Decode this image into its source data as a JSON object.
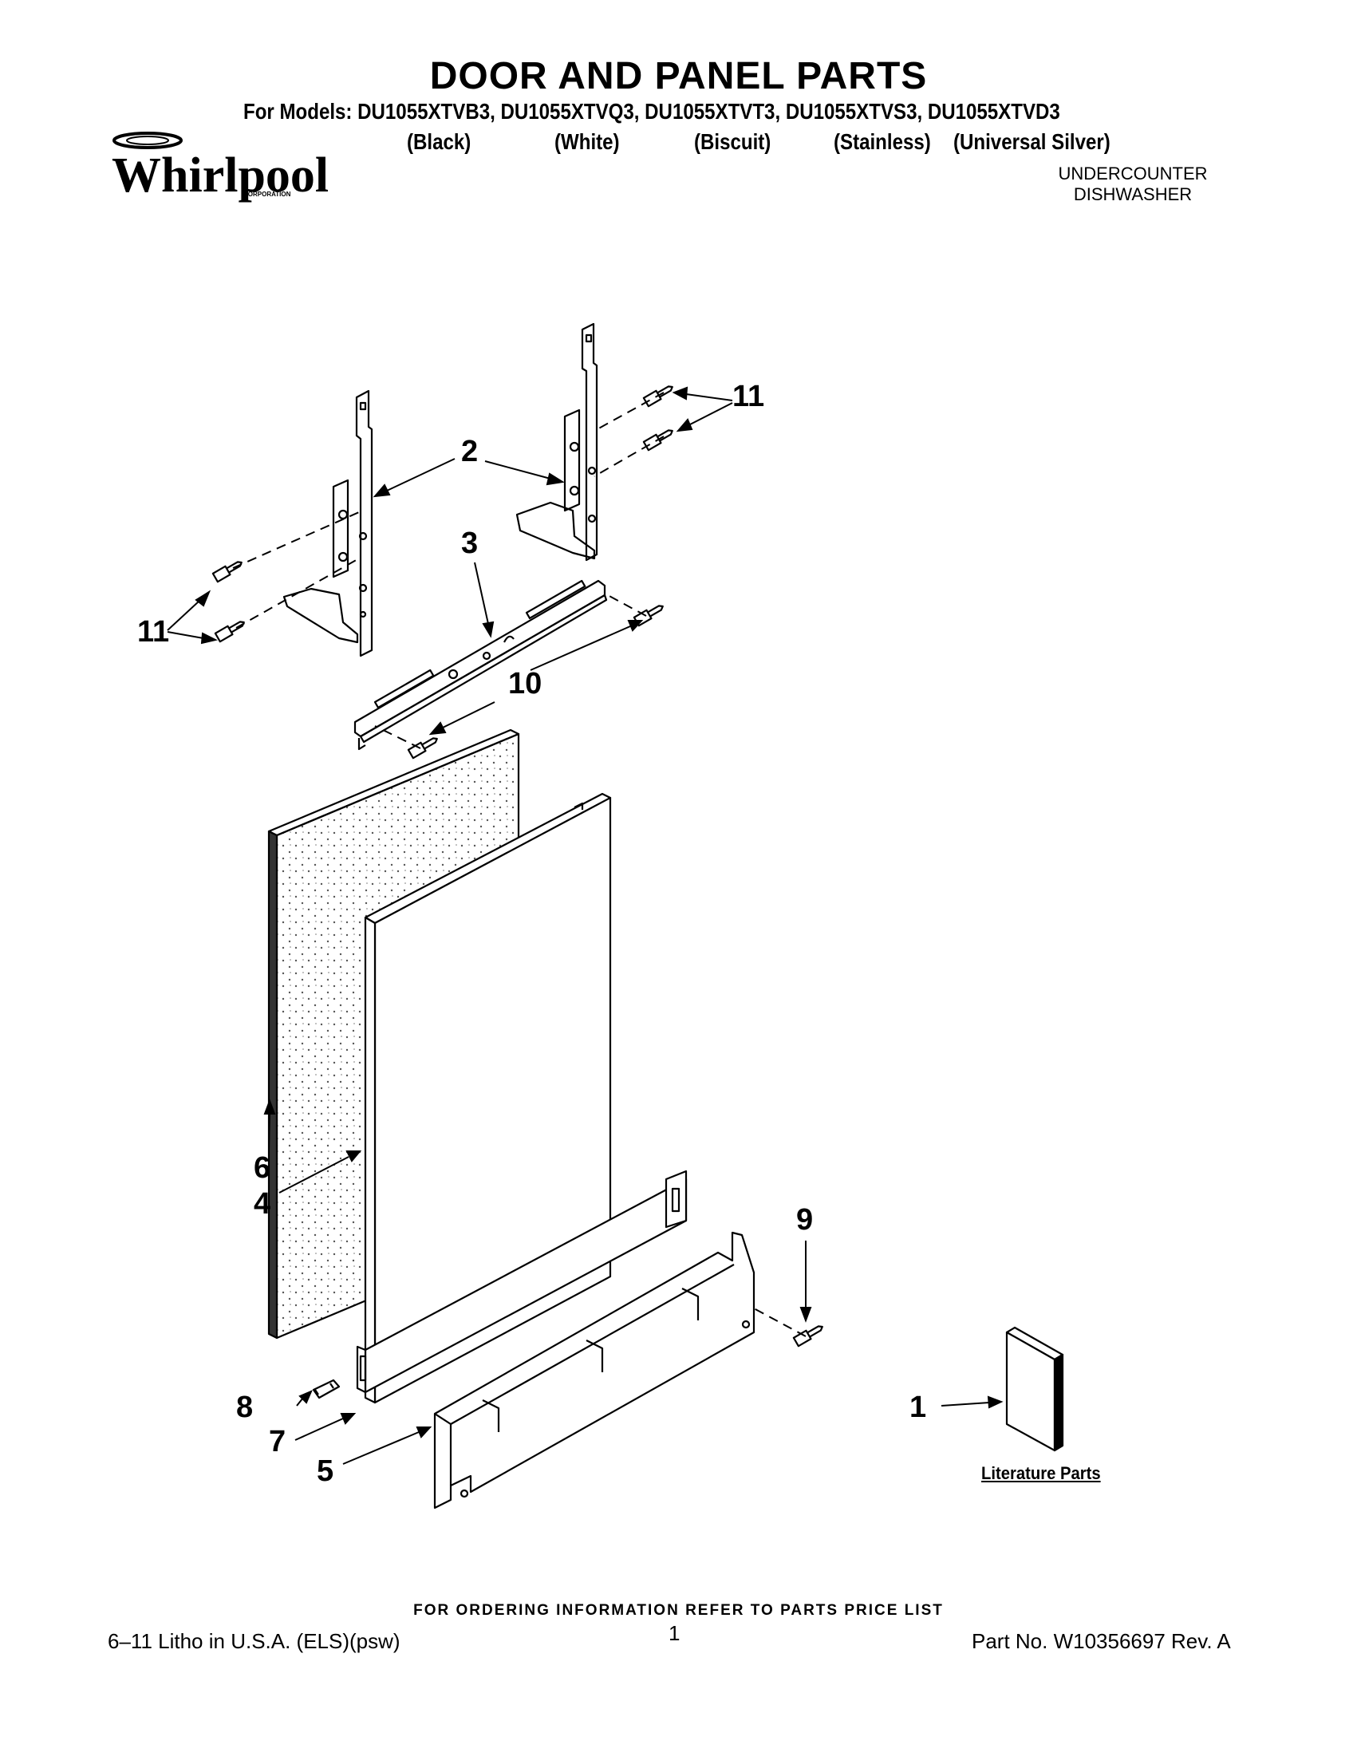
{
  "header": {
    "title": "DOOR AND PANEL PARTS",
    "models": "For Models: DU1055XTVB3, DU1055XTVQ3, DU1055XTVT3, DU1055XTVS3, DU1055XTVD3",
    "variants": [
      "(Black)",
      "(White)",
      "(Biscuit)",
      "(Stainless)",
      "(Universal Silver)"
    ],
    "appliance": [
      "UNDERCOUNTER",
      "DISHWASHER"
    ]
  },
  "logo": {
    "brand": "Whirlpool",
    "sub": "CORPORATION"
  },
  "callouts": {
    "c1": "1",
    "c2": "2",
    "c3": "3",
    "c4": "4",
    "c5": "5",
    "c6": "6",
    "c7": "7",
    "c8": "8",
    "c9": "9",
    "c10": "10",
    "c11a": "11",
    "c11b": "11"
  },
  "literature_label": "Literature Parts",
  "footer": {
    "ordering": "FOR ORDERING INFORMATION REFER TO PARTS PRICE LIST",
    "litho": "6–11 Litho in U.S.A. (ELS)(psw)",
    "page": "1",
    "part_no": "Part No. W10356697 Rev. A"
  }
}
